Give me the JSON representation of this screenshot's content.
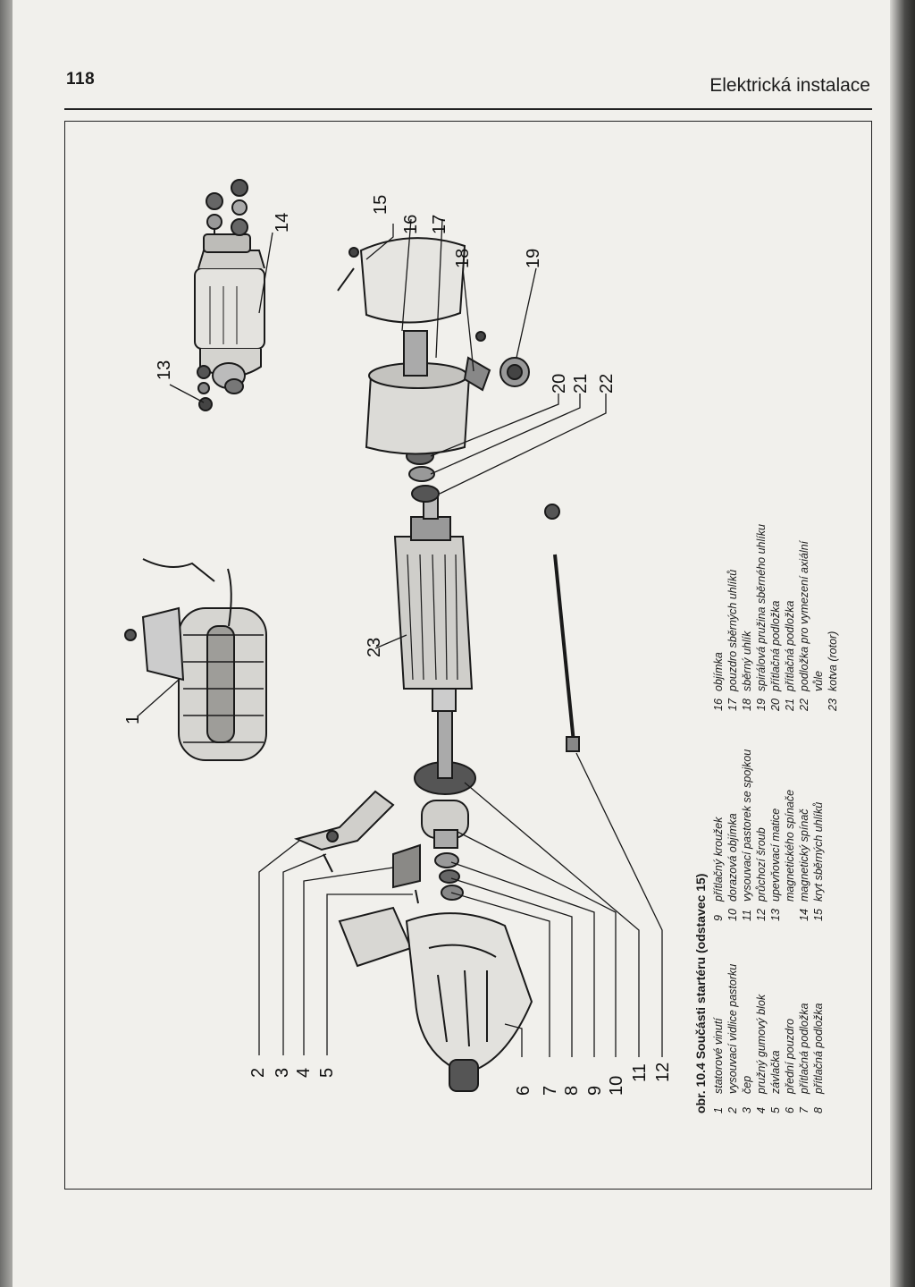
{
  "header": {
    "page_number": "118",
    "section_title": "Elektrická instalace"
  },
  "figure": {
    "caption_title": "obr. 10.4 Součásti startéru (odstavec 15)",
    "callouts": [
      "1",
      "2",
      "3",
      "4",
      "5",
      "6",
      "7",
      "8",
      "9",
      "10",
      "11",
      "12",
      "13",
      "14",
      "15",
      "16",
      "17",
      "18",
      "19",
      "20",
      "21",
      "22",
      "23"
    ],
    "legend_col1": [
      {
        "num": "1",
        "text": "statorové vinutí"
      },
      {
        "num": "2",
        "text": "vysouvací vidlice pastorku"
      },
      {
        "num": "3",
        "text": "čep"
      },
      {
        "num": "4",
        "text": "pružný gumový blok"
      },
      {
        "num": "5",
        "text": "závlačka"
      },
      {
        "num": "6",
        "text": "přední pouzdro"
      },
      {
        "num": "7",
        "text": "přítlačná podložka"
      },
      {
        "num": "8",
        "text": "přítlačná podložka"
      }
    ],
    "legend_col2": [
      {
        "num": "9",
        "text": "přítlačný kroužek"
      },
      {
        "num": "10",
        "text": "dorazová objímka"
      },
      {
        "num": "11",
        "text": "vysouvací pastorek se spojkou"
      },
      {
        "num": "12",
        "text": "průchozí šroub"
      },
      {
        "num": "13",
        "text": "upevňovací matice magnetického spínače"
      },
      {
        "num": "14",
        "text": "magnetický spínač"
      },
      {
        "num": "15",
        "text": "kryt sběrných uhlíků"
      }
    ],
    "legend_col3": [
      {
        "num": "16",
        "text": "objímka"
      },
      {
        "num": "17",
        "text": "pouzdro sběrných uhlíků"
      },
      {
        "num": "18",
        "text": "sběrný uhlík"
      },
      {
        "num": "19",
        "text": "spirálová pružina sběrného uhlíku"
      },
      {
        "num": "20",
        "text": "přítlačná podložka"
      },
      {
        "num": "21",
        "text": "přítlačná podložka"
      },
      {
        "num": "22",
        "text": "podložka pro vymezení axiální vůle"
      },
      {
        "num": "23",
        "text": "kotva (rotor)"
      }
    ]
  }
}
